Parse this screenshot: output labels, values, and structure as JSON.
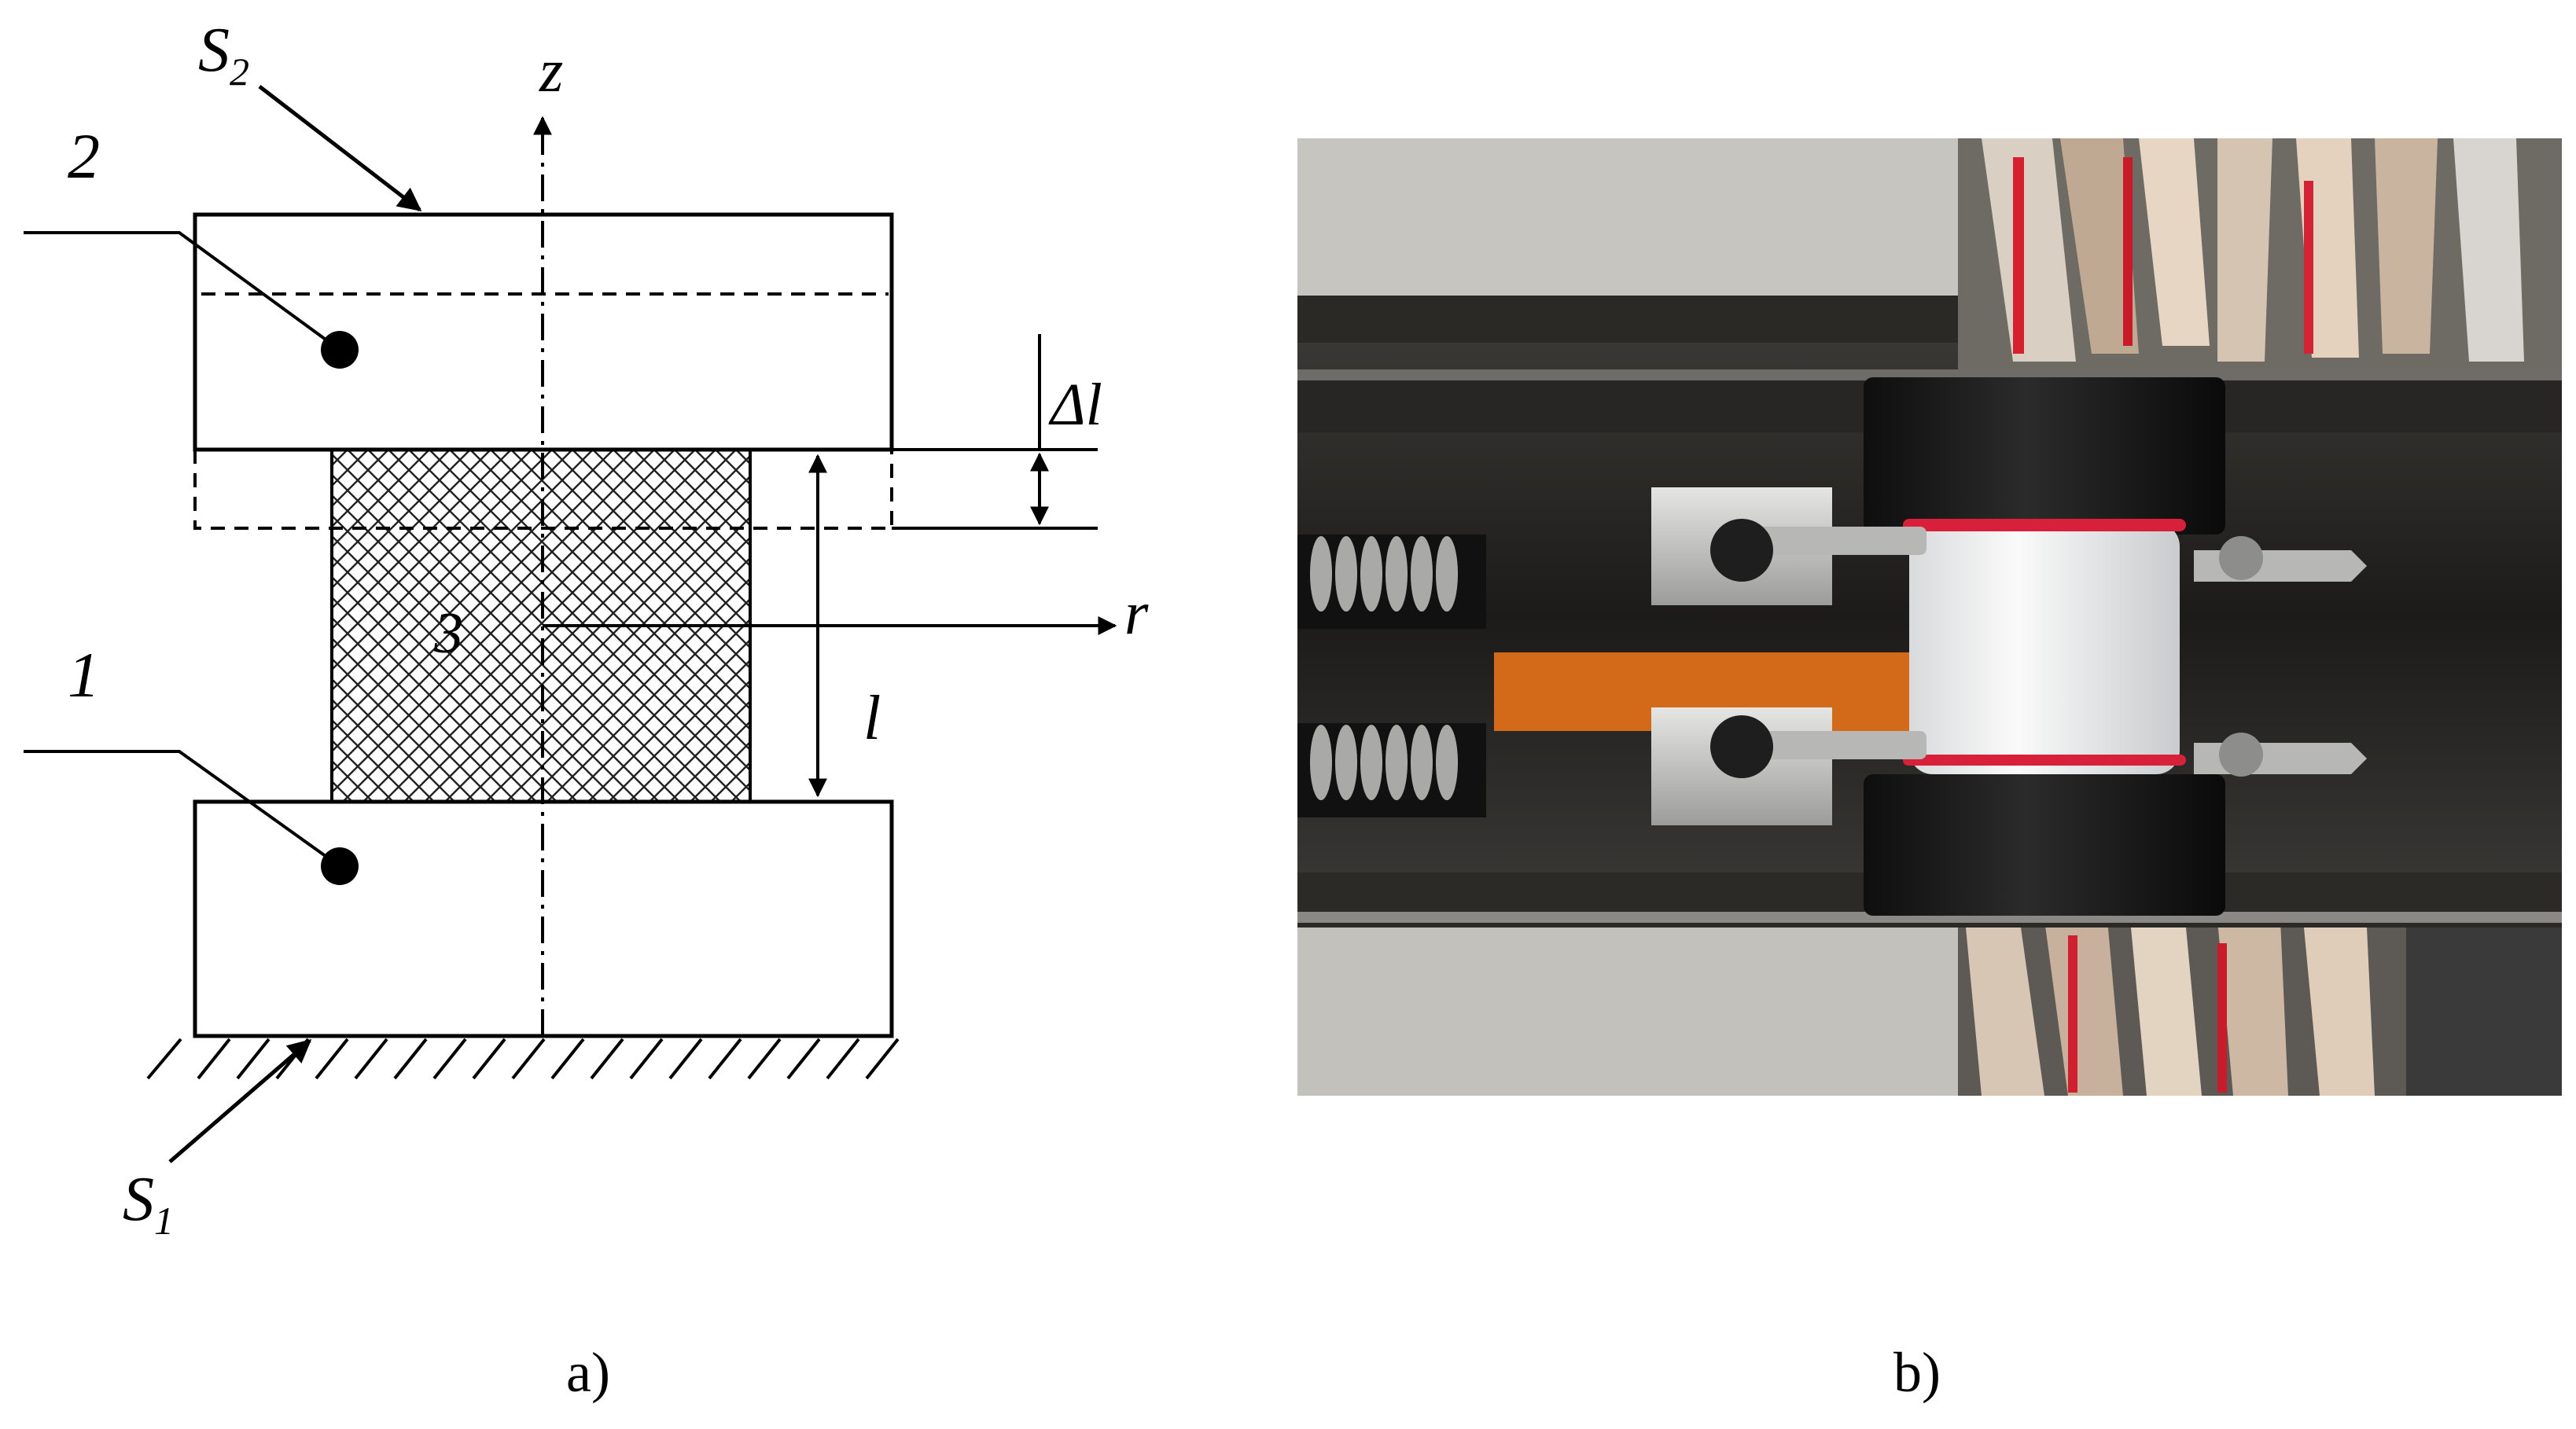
{
  "diagram": {
    "axis_z": "z",
    "axis_r": "r",
    "surface_top": {
      "letter": "S",
      "sub": "2"
    },
    "surface_bottom": {
      "letter": "S",
      "sub": "1"
    },
    "part_top": "2",
    "part_bottom": "1",
    "specimen": "3",
    "length": "l",
    "displacement": "Δl",
    "panel_label": "a)"
  },
  "photo": {
    "panel_label": "b)"
  }
}
